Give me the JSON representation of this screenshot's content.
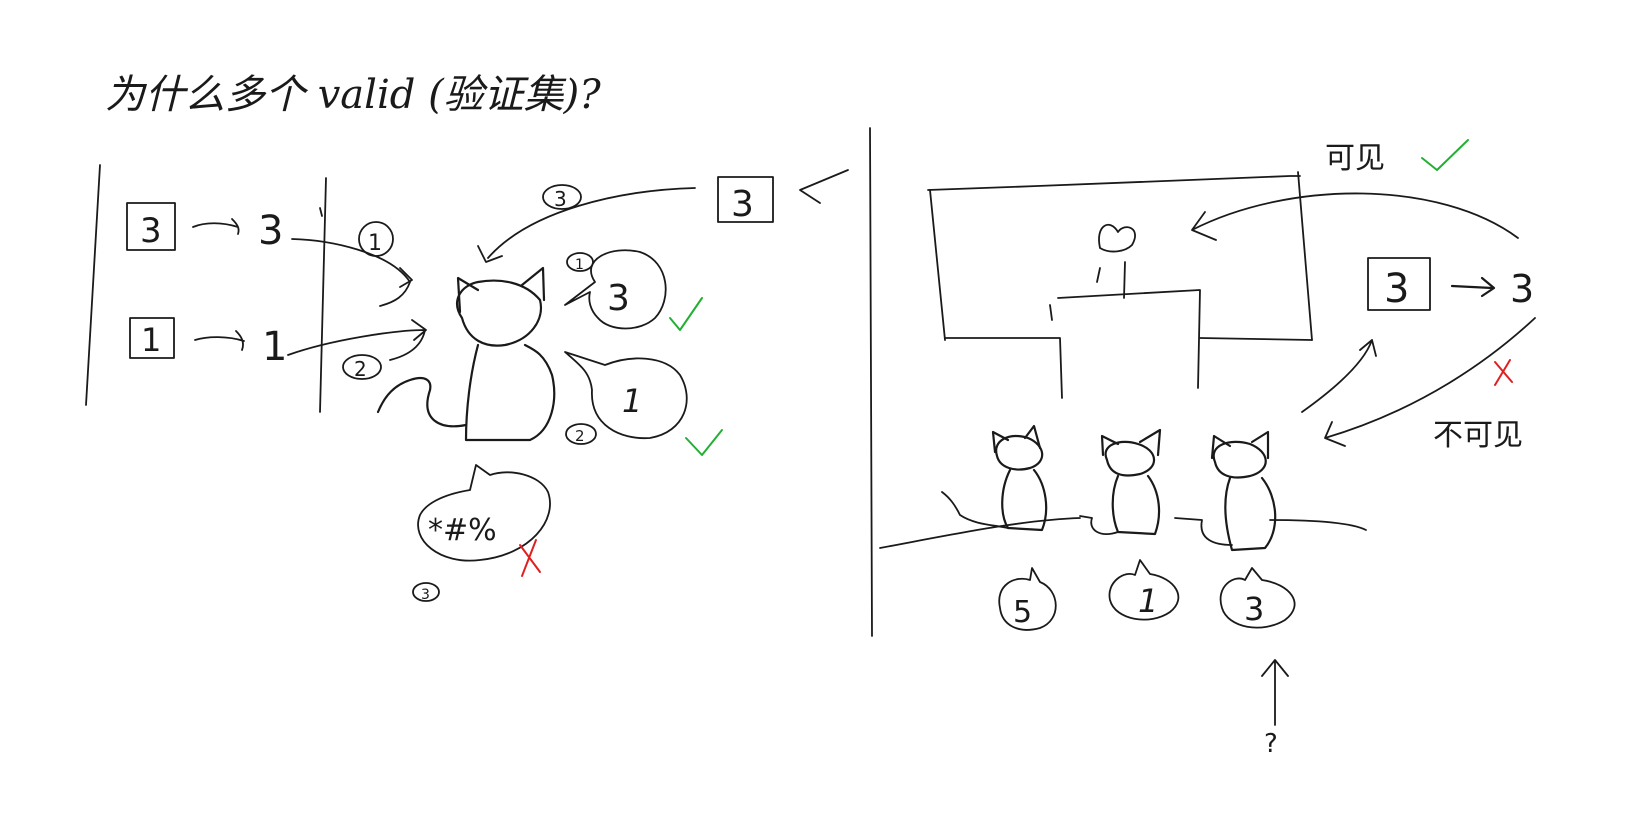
{
  "title": "为什么多个 valid (验证集)?",
  "left": {
    "examples": [
      {
        "box": "3",
        "arrow_label": "3",
        "marker": "1"
      },
      {
        "box": "1",
        "arrow_label": "1",
        "marker": "2"
      }
    ],
    "incoming_box": "3",
    "incoming_marker": "3",
    "bubbles": [
      {
        "marker": "1",
        "value": "3",
        "verdict": "correct"
      },
      {
        "marker": "2",
        "value": "1",
        "verdict": "correct"
      },
      {
        "marker": "3",
        "value": "*#%",
        "verdict": "wrong"
      }
    ]
  },
  "right": {
    "visible_label": "可见",
    "invisible_label": "不可见",
    "example_box": "3",
    "example_label": "3",
    "students": [
      {
        "answer": "5"
      },
      {
        "answer": "1"
      },
      {
        "answer": "3"
      }
    ],
    "question_mark": "?"
  },
  "colors": {
    "ink": "#1a1a1a",
    "correct": "#22b033",
    "wrong": "#e02020"
  }
}
